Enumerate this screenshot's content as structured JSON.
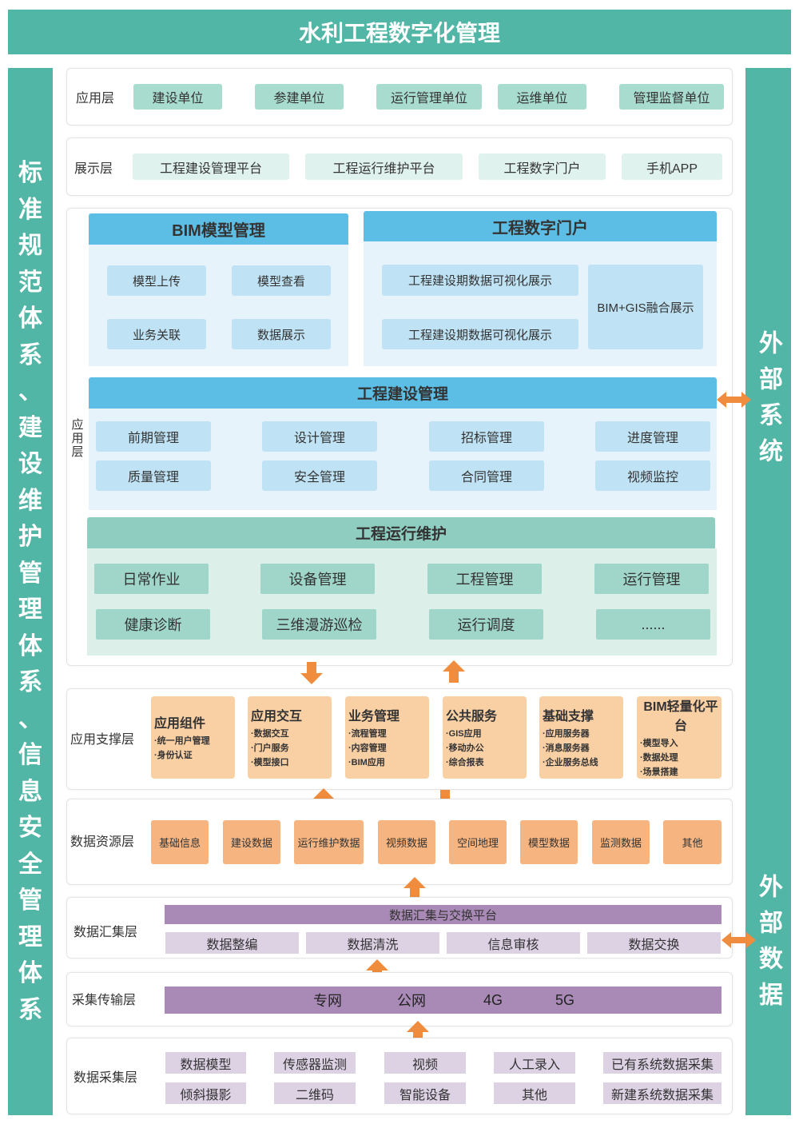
{
  "title": "水利工程数字化管理",
  "left_column": "标准规范体系、建设维护管理体系、信息安全管理体系",
  "right_column": {
    "top": "外部系统",
    "bottom": "外部数据"
  },
  "application_layer": {
    "label": "应用层",
    "items": [
      "建设单位",
      "参建单位",
      "运行管理单位",
      "运维单位",
      "管理监督单位"
    ]
  },
  "display_layer": {
    "label": "展示层",
    "items": [
      "工程建设管理平台",
      "工程运行维护平台",
      "工程数字门户",
      "手机APP"
    ]
  },
  "app_section": {
    "label": "应用层",
    "bim": {
      "title": "BIM模型管理",
      "items": [
        "模型上传",
        "模型查看",
        "业务关联",
        "数据展示"
      ]
    },
    "portal": {
      "title": "工程数字门户",
      "items": [
        "工程建设期数据可视化展示",
        "工程建设期数据可视化展示",
        "BIM+GIS融合展示"
      ]
    },
    "construction": {
      "title": "工程建设管理",
      "items": [
        "前期管理",
        "设计管理",
        "招标管理",
        "进度管理",
        "质量管理",
        "安全管理",
        "合同管理",
        "视频监控"
      ]
    },
    "operation": {
      "title": "工程运行维护",
      "items": [
        "日常作业",
        "设备管理",
        "工程管理",
        "运行管理",
        "健康诊断",
        "三维漫游巡检",
        "运行调度",
        "......"
      ]
    }
  },
  "support_layer": {
    "label": "应用支撑层",
    "groups": [
      {
        "title": "应用组件",
        "items": [
          "·统一用户管理",
          "·身份认证"
        ]
      },
      {
        "title": "应用交互",
        "items": [
          "·数据交互",
          "·门户服务",
          "·模型接口"
        ]
      },
      {
        "title": "业务管理",
        "items": [
          "·流程管理",
          "·内容管理",
          "·BIM应用"
        ]
      },
      {
        "title": "公共服务",
        "items": [
          "·GIS应用",
          "·移动办公",
          "·综合报表"
        ]
      },
      {
        "title": "基础支撑",
        "items": [
          "·应用服务器",
          "·消息服务器",
          "·企业服务总线"
        ]
      },
      {
        "title": "BIM轻量化平台",
        "items": [
          "·模型导入",
          "·数据处理",
          "·场景搭建"
        ]
      }
    ]
  },
  "resource_layer": {
    "label": "数据资源层",
    "items": [
      "基础信息",
      "建设数据",
      "运行维护数据",
      "视频数据",
      "空间地理",
      "模型数据",
      "监测数据",
      "其他"
    ]
  },
  "collection_layer": {
    "label": "数据汇集层",
    "platform": "数据汇集与交换平台",
    "items": [
      "数据整编",
      "数据清洗",
      "信息审核",
      "数据交换"
    ]
  },
  "transport_layer": {
    "label": "采集传输层",
    "items": [
      "专网",
      "公网",
      "4G",
      "5G"
    ]
  },
  "acquisition_layer": {
    "label": "数据采集层",
    "items": [
      "数据模型",
      "传感器监测",
      "视频",
      "人工录入",
      "已有系统数据采集",
      "倾斜摄影",
      "二维码",
      "智能设备",
      "其他",
      "新建系统数据采集"
    ]
  },
  "colors": {
    "teal": "#52b6a6",
    "arrow": "#ef8c3d"
  }
}
